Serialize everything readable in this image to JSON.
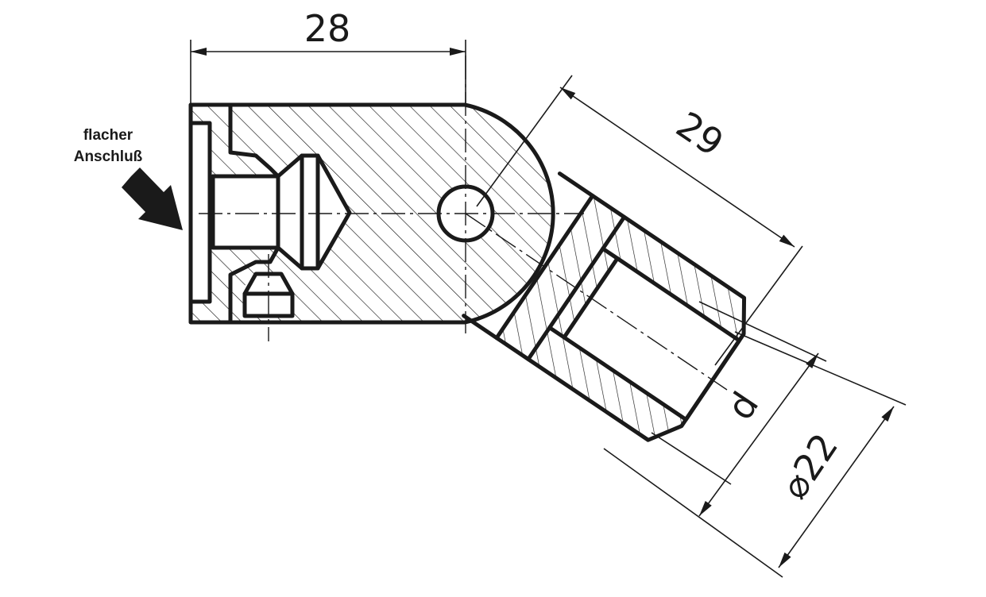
{
  "drawing": {
    "dimensions": {
      "horizontal_length": "28",
      "angled_length": "29",
      "thread_diameter": "d",
      "outer_diameter": "⌀22"
    },
    "note": {
      "line1": "flacher",
      "line2": "Anschluß"
    },
    "colors": {
      "line": "#1a1a1a",
      "background": "#ffffff"
    }
  }
}
